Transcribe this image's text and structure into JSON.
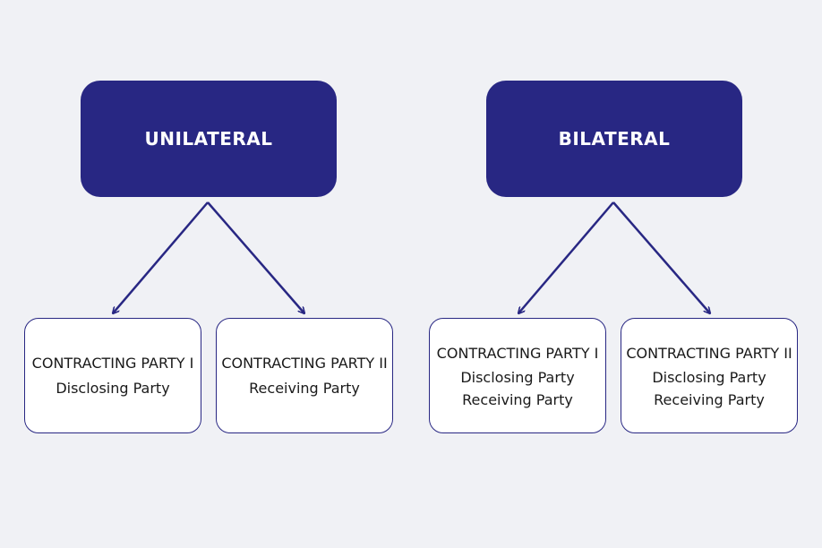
{
  "colors": {
    "background": "#f0f1f5",
    "accent": "#282783",
    "box_fill": "#ffffff",
    "text_dark": "#1a1a1a",
    "text_light": "#ffffff"
  },
  "unilateral": {
    "title": "UNILATERAL",
    "party1": {
      "name": "CONTRACTING PARTY I",
      "roles": [
        "Disclosing Party"
      ]
    },
    "party2": {
      "name": "CONTRACTING PARTY II",
      "roles": [
        "Receiving Party"
      ]
    }
  },
  "bilateral": {
    "title": "BILATERAL",
    "party1": {
      "name": "CONTRACTING PARTY I",
      "roles": [
        "Disclosing Party",
        "Receiving Party"
      ]
    },
    "party2": {
      "name": "CONTRACTING PARTY II",
      "roles": [
        "Disclosing Party",
        "Receiving Party"
      ]
    }
  }
}
